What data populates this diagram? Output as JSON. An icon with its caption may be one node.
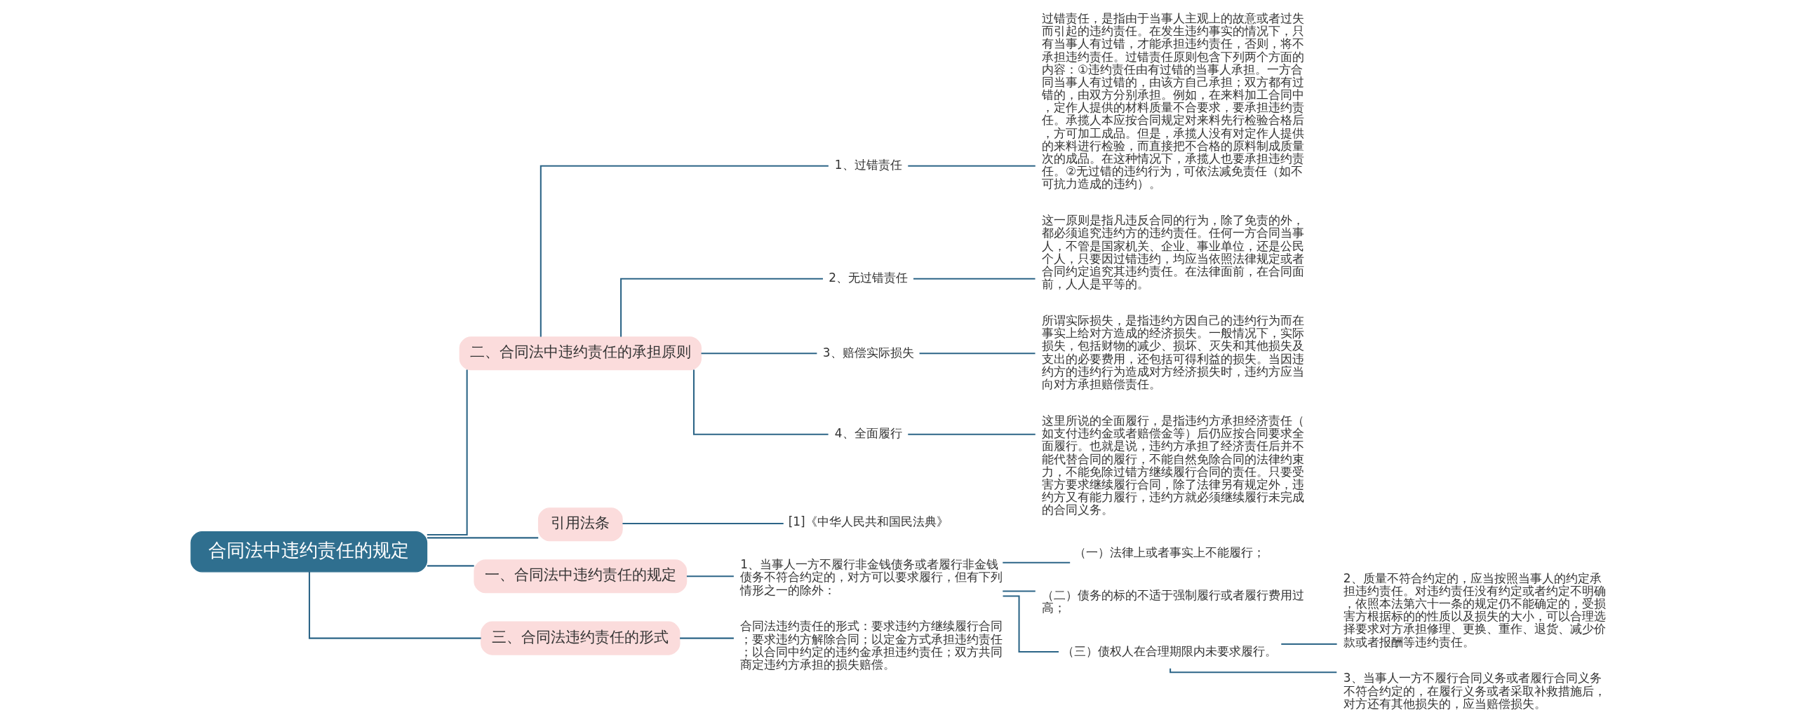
{
  "diagram": {
    "nodes": [
      {
        "text": [
          "合同法中违约责任的规定"
        ]
      },
      {
        "text": [
          "二、合同法中违约责任的承担原则"
        ]
      },
      {
        "text": [
          "1、过错责任"
        ]
      },
      {
        "text": [
          "过错责任，是指由于当事人主观上的故意或者过失而引起的违约责任。在发生违约事实的情况下，只有当事人有过错，才能承担违约责任，否则，将不承担违约责任。过错责任原则包含下列两个方面的内容：①违约责任由有过错的当事人承担。一方合同当事人有过错的，由该方自己承担；双方都有过错的，由双方分别承担。例如，在来料加工合同中，定作人提供的材料质量不合要求，要承担违约责任。承揽人本应按合同规定对来料先行检验合格后，方可加工成品。但是，承揽人没有对定作人提供的来料进行检验，而直接把不合格的原料制成质量次的成品。在这种情况下，承揽人也要承担违约责任。②无过错的违约行为，可依法减免责任（如不可抗力造成的违约）。"
        ]
      },
      {
        "text": [
          "2、无过错责任"
        ]
      },
      {
        "text": [
          "这一原则是指凡违反合同的行为，除了免责的外，都必须追究违约方的违约责任。任何一方合同当事人，不管是国家机关、企业、事业单位，还是公民个人，只要因过错违约，均应当依照法律规定或者合同约定追究其违约责任。在法律面前，在合同面前，人人是平等的。"
        ]
      },
      {
        "text": [
          "3、赔偿实际损失"
        ]
      },
      {
        "text": [
          "所谓实际损失，是指违约方因自己的违约行为而在事实上给对方造成的经济损失。一般情况下，实际损失，包括财物的减少、损坏、灭失和其他损失及支出的必要费用，还包括可得利益的损失。当因违约方的违约行为造成对方经济损失时，违约方应当向对方承担赔偿责任。"
        ]
      },
      {
        "text": [
          "4、全面履行"
        ]
      },
      {
        "text": [
          "这里所说的全面履行，是指违约方承担经济责任（如支付违约金或者赔偿金等）后仍应按合同要求全面履行。也就是说，违约方承担了经济责任后并不能代替合同的履行，不能自然免除合同的法律约束力，不能免除过错方继续履行合同的责任。只要受害方要求继续履行合同，除了法律另有规定外，违约方又有能力履行，违约方就必须继续履行未完成的合同义务。"
        ]
      },
      {
        "text": [
          "引用法条"
        ]
      },
      {
        "text": [
          "[1]《中华人民共和国民法典》"
        ]
      },
      {
        "text": [
          "一、合同法中违约责任的规定"
        ]
      },
      {
        "text": [
          "1、当事人一方不履行非金钱债务或者履行非金钱债务不符合约定的，对方可以要求履行，但有下列情形之一的除外："
        ]
      },
      {
        "text": [
          "（一）法律上或者事实上不能履行；"
        ]
      },
      {
        "text": [
          "（二）债务的标的不适于强制履行或者履行费用过高；"
        ]
      },
      {
        "text": [
          "（三）债权人在合理期限内未要求履行。"
        ]
      },
      {
        "text": [
          "2、质量不符合约定的，应当按照当事人的约定承担违约责任。对违约责任没有约定或者约定不明确，依照本法第六十一条的规定仍不能确定的，受损害方根据标的的性质以及损失的大小，可以合理选择要求对方承担修理、更换、重作、退货、减少价款或者报酬等违约责任。"
        ]
      },
      {
        "text": [
          "3、当事人一方不履行合同义务或者履行合同义务不符合约定的，在履行义务或者采取补救措施后，对方还有其他损失的，应当赔偿损失。"
        ]
      },
      {
        "text": [
          "三、合同法违约责任的形式"
        ]
      },
      {
        "text": [
          "合同法违约责任的形式：要求违约方继续履行合同；要求违约方解除合同；以定金方式承担违约责任；以合同中约定的违约金承担违约责任；双方共同商定违约方承担的损失赔偿。"
        ]
      }
    ],
    "edges": [
      {
        "from": 0,
        "to": 1,
        "arrow": "none"
      },
      {
        "from": 1,
        "to": 2,
        "arrow": "none"
      },
      {
        "from": 2,
        "to": 3,
        "arrow": "none"
      },
      {
        "from": 1,
        "to": 4,
        "arrow": "none"
      },
      {
        "from": 4,
        "to": 5,
        "arrow": "none"
      },
      {
        "from": 1,
        "to": 6,
        "arrow": "none"
      },
      {
        "from": 6,
        "to": 7,
        "arrow": "none"
      },
      {
        "from": 1,
        "to": 8,
        "arrow": "none"
      },
      {
        "from": 8,
        "to": 9,
        "arrow": "none"
      },
      {
        "from": 0,
        "to": 10,
        "arrow": "none"
      },
      {
        "from": 10,
        "to": 11,
        "arrow": "none"
      },
      {
        "from": 0,
        "to": 12,
        "arrow": "none"
      },
      {
        "from": 12,
        "to": 13,
        "arrow": "none"
      },
      {
        "from": 13,
        "to": 14,
        "arrow": "none"
      },
      {
        "from": 13,
        "to": 15,
        "arrow": "none"
      },
      {
        "from": 13,
        "to": 16,
        "arrow": "none"
      },
      {
        "from": 16,
        "to": 17,
        "arrow": "none"
      },
      {
        "from": 16,
        "to": 18,
        "arrow": "none"
      },
      {
        "from": 0,
        "to": 19,
        "arrow": "none"
      },
      {
        "from": 19,
        "to": 20,
        "arrow": "none"
      }
    ]
  }
}
